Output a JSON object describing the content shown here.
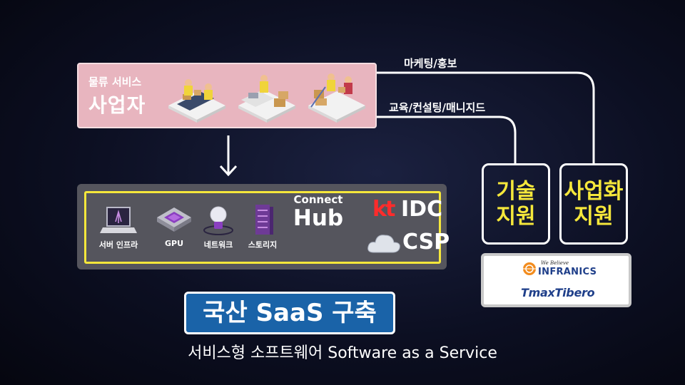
{
  "provider": {
    "line1": "물류 서비스",
    "line2": "사업자"
  },
  "edges": {
    "marketing": "마케팅/홍보",
    "education": "교육/컨설팅/매니지드"
  },
  "infra": {
    "items": [
      {
        "label": "서버 인프라",
        "icon": "laptop-icon"
      },
      {
        "label": "GPU",
        "icon": "chip-icon"
      },
      {
        "label": "네트워크",
        "icon": "lightbulb-icon"
      },
      {
        "label": "스토리지",
        "icon": "server-rack-icon"
      }
    ],
    "hub_top": "Connect",
    "hub_bottom": "Hub",
    "idc_brand": "kt",
    "idc_label": "IDC",
    "csp_label": "CSP"
  },
  "support": {
    "tech_line1": "기술",
    "tech_line2": "지원",
    "biz_line1": "사업화",
    "biz_line2": "지원"
  },
  "partners": {
    "infranics_tagline": "We Believe",
    "infranics_name": "INFRANICS",
    "tmax_name": "TmaxTibero"
  },
  "title": "국산 SaaS 구축",
  "subtitle": "서비스형 소프트웨어 Software as a Service",
  "colors": {
    "accent_yellow": "#f5e73b",
    "badge_blue": "#1a63a8",
    "provider_pink": "#e8b5bf",
    "kt_red": "#ff2b2b"
  }
}
